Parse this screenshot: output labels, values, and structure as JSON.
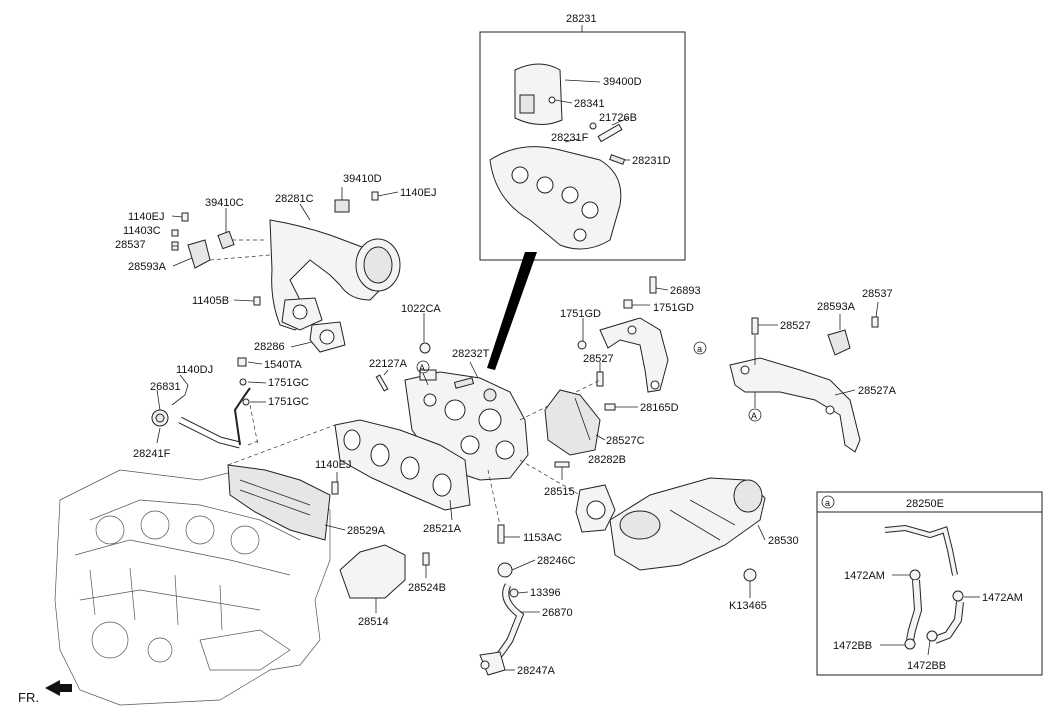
{
  "labels": {
    "p28231": "28231",
    "p39400D": "39400D",
    "p28341": "28341",
    "p21726B": "21726B",
    "p28231F": "28231F",
    "p28231D": "28231D",
    "p39410D": "39410D",
    "p1140EJ_top": "1140EJ",
    "p28281C": "28281C",
    "p39410C": "39410C",
    "p1140EJ_left": "1140EJ",
    "p11403C": "11403C",
    "p28537_left": "28537",
    "p28593A_left": "28593A",
    "p11405B": "11405B",
    "p1022CA": "1022CA",
    "p28286": "28286",
    "p22127A": "22127A",
    "p28232T": "28232T",
    "p1140DJ": "1140DJ",
    "p1540TA": "1540TA",
    "p1751GC_a": "1751GC",
    "p26831": "26831",
    "p1751GC_b": "1751GC",
    "p28241F": "28241F",
    "p1140EJ_mid": "1140EJ",
    "p28529A": "28529A",
    "p28521A": "28521A",
    "p28524B": "28524B",
    "p28514": "28514",
    "p1153AC": "1153AC",
    "p28246C": "28246C",
    "p13396": "13396",
    "p26870": "26870",
    "p28247A": "28247A",
    "p26893": "26893",
    "p1751GD_a": "1751GD",
    "p1751GD_b": "1751GD",
    "p28527_a": "28527",
    "p28165D": "28165D",
    "p28527C": "28527C",
    "p28282B": "28282B",
    "p28515": "28515",
    "p28530": "28530",
    "pK13465": "K13465",
    "p28527_b": "28527",
    "p28593A_right": "28593A",
    "p28537_right": "28537",
    "p28527A": "28527A",
    "p28250E": "28250E",
    "p1472AM_a": "1472AM",
    "p1472AM_b": "1472AM",
    "p1472BB_a": "1472BB",
    "p1472BB_b": "1472BB",
    "marker_a": "a",
    "marker_A": "A",
    "fr": "FR."
  }
}
